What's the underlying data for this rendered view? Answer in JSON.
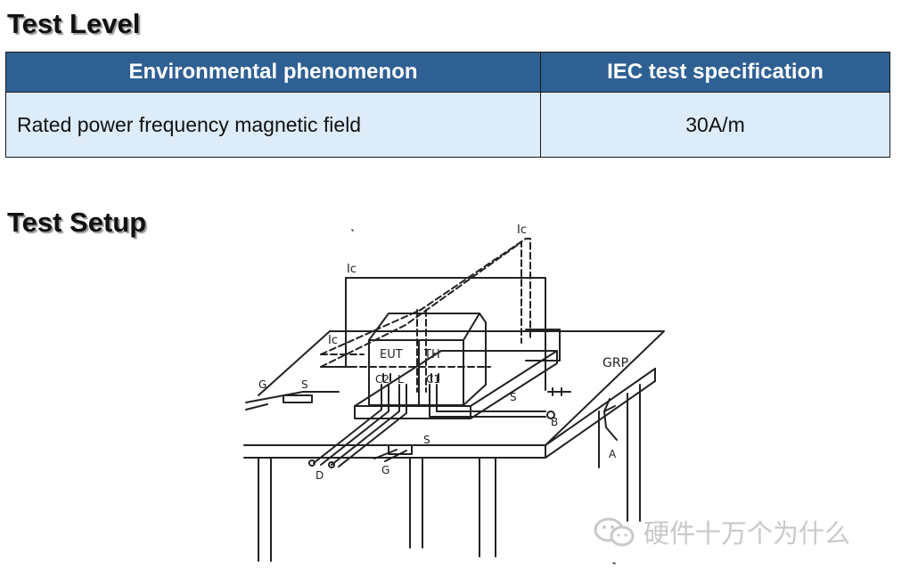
{
  "test_level": {
    "title": "Test Level",
    "table": {
      "headers": [
        "Environmental phenomenon",
        "IEC test specification"
      ],
      "rows": [
        [
          "Rated power frequency magnetic field",
          "30A/m"
        ]
      ]
    }
  },
  "test_setup": {
    "title": "Test Setup",
    "diagram_labels": {
      "ic_top": "Ic",
      "ic_left_upper": "Ic",
      "ic_left_lower": "Ic",
      "eut": "EUT",
      "th": "TH",
      "c2": "C2",
      "l": "L",
      "c1": "C1",
      "grp": "GRP",
      "g_left": "G",
      "s_left": "S",
      "s_mid": "S",
      "s_bottom": "S",
      "b": "B",
      "d": "D",
      "g_bottom": "G",
      "a": "A"
    }
  },
  "watermark": {
    "text": "硬件十万个为什么",
    "icon": "wechat-icon"
  }
}
